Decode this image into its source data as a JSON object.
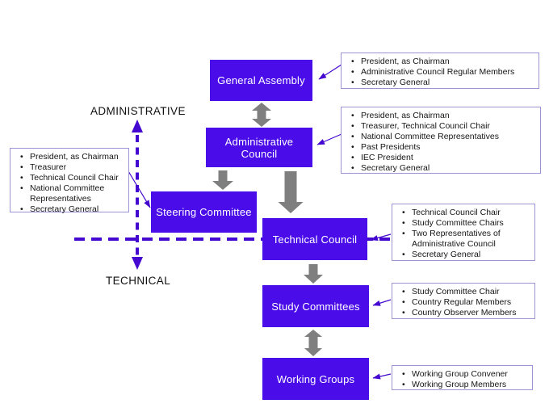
{
  "axes": {
    "administrative_label": "ADMINISTRATIVE",
    "technical_label": "TECHNICAL"
  },
  "colors": {
    "node_fill": "#4a0ce8",
    "axis_purple": "#4408d0",
    "annotation_border": "#9a94d6",
    "arrow_gray": "#7f7f7f"
  },
  "nodes": {
    "general_assembly": {
      "label": "General Assembly"
    },
    "administrative_council": {
      "label": "Administrative Council"
    },
    "steering_committee": {
      "label": "Steering Committee"
    },
    "technical_council": {
      "label": "Technical Council"
    },
    "study_committees": {
      "label": "Study Committees"
    },
    "working_groups": {
      "label": "Working Groups"
    }
  },
  "annotations": {
    "general_assembly_members": [
      "President, as Chairman",
      "Administrative Council Regular Members",
      "Secretary General"
    ],
    "administrative_council_members": [
      "President, as Chairman",
      "Treasurer, Technical Council Chair",
      "National Committee Representatives",
      "Past Presidents",
      "IEC President",
      "Secretary General"
    ],
    "steering_committee_members": [
      "President, as Chairman",
      "Treasurer",
      "Technical Council Chair",
      "National Committee Representatives",
      "Secretary General"
    ],
    "technical_council_members": [
      "Technical Council Chair",
      "Study Committee Chairs",
      "Two Representatives of Administrative Council",
      "Secretary General"
    ],
    "study_committees_members": [
      "Study Committee Chair",
      "Country Regular Members",
      "Country Observer Members"
    ],
    "working_groups_members": [
      "Working Group Convener",
      "Working Group Members"
    ]
  }
}
